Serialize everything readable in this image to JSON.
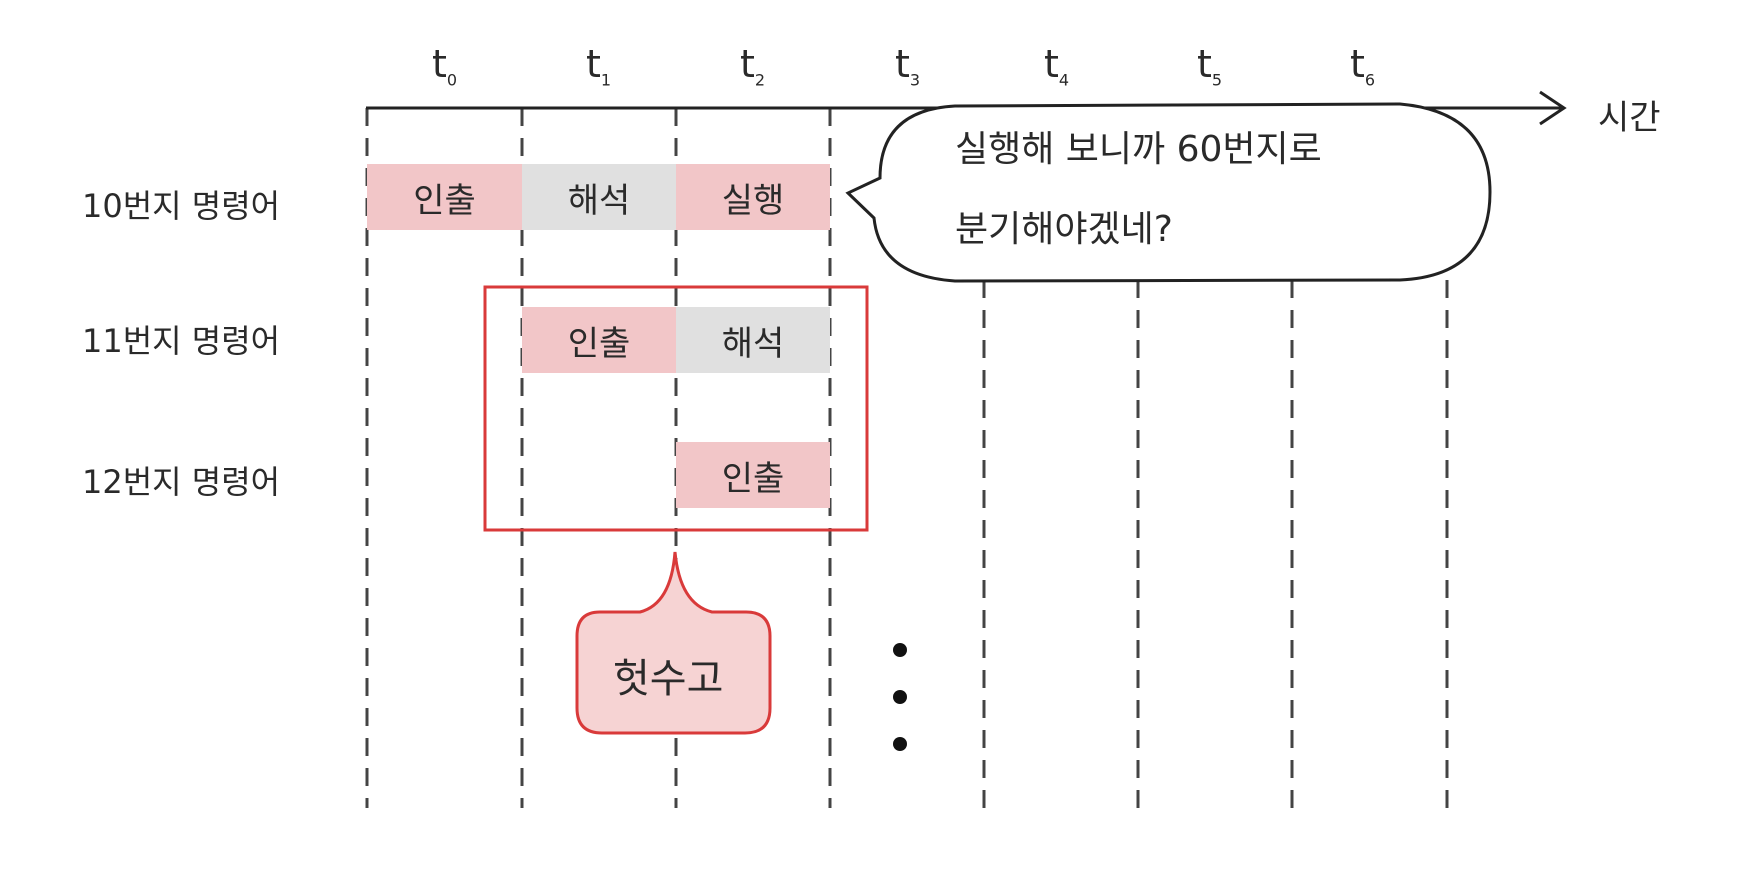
{
  "axis": {
    "label": "시간"
  },
  "ticks": [
    {
      "base": "t",
      "sub": "0"
    },
    {
      "base": "t",
      "sub": "1"
    },
    {
      "base": "t",
      "sub": "2"
    },
    {
      "base": "t",
      "sub": "3"
    },
    {
      "base": "t",
      "sub": "4"
    },
    {
      "base": "t",
      "sub": "5"
    },
    {
      "base": "t",
      "sub": "6"
    }
  ],
  "rows": [
    {
      "label": "10번지 명령어",
      "stages": [
        {
          "text": "인출",
          "kind": "fetch"
        },
        {
          "text": "해석",
          "kind": "decode"
        },
        {
          "text": "실행",
          "kind": "execute"
        }
      ]
    },
    {
      "label": "11번지 명령어",
      "stages": [
        {
          "text": "인출",
          "kind": "fetch"
        },
        {
          "text": "해석",
          "kind": "decode"
        }
      ]
    },
    {
      "label": "12번지 명령어",
      "stages": [
        {
          "text": "인출",
          "kind": "fetch"
        }
      ]
    }
  ],
  "speech": {
    "line1": "실행해 보니까 60번지로",
    "line2": "분기해야겠네?"
  },
  "waste": {
    "label": "헛수고"
  },
  "colors": {
    "fetch": "#f2c6c8",
    "decode": "#e0e0e0",
    "execute": "#f2c6c8",
    "highlight": "#d93a3a",
    "waste_fill": "#f6d3d3"
  }
}
